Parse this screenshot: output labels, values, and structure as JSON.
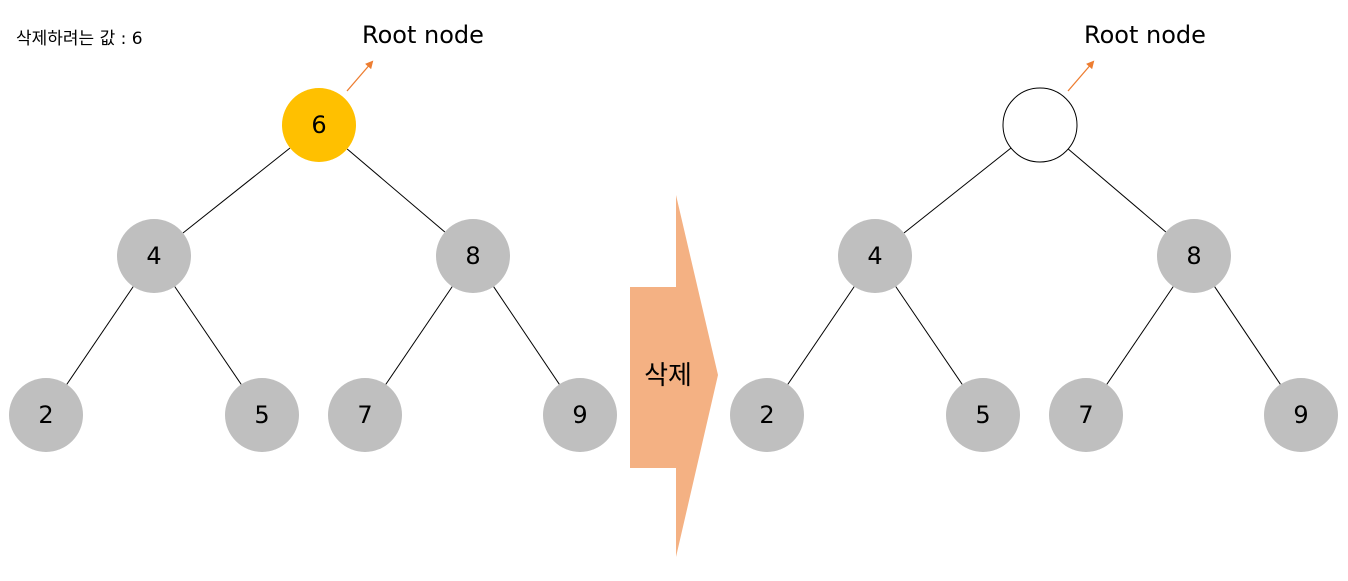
{
  "caption": "삭제하려는 값 : 6",
  "transition_label": "삭제",
  "colors": {
    "highlight": "#FFC000",
    "node": "#BFBFBF",
    "empty_node": "#FFFFFF",
    "edge": "#000000",
    "pointer": "#ED7D31",
    "transition_arrow": "#F4B183"
  },
  "before": {
    "root_label": "Root node",
    "nodes": [
      {
        "id": "n6",
        "value": "6",
        "state": "highlight"
      },
      {
        "id": "n4",
        "value": "4",
        "state": "normal"
      },
      {
        "id": "n8",
        "value": "8",
        "state": "normal"
      },
      {
        "id": "n2",
        "value": "2",
        "state": "normal"
      },
      {
        "id": "n5",
        "value": "5",
        "state": "normal"
      },
      {
        "id": "n7",
        "value": "7",
        "state": "normal"
      },
      {
        "id": "n9",
        "value": "9",
        "state": "normal"
      }
    ],
    "edges": [
      [
        "n6",
        "n4"
      ],
      [
        "n6",
        "n8"
      ],
      [
        "n4",
        "n2"
      ],
      [
        "n4",
        "n5"
      ],
      [
        "n8",
        "n7"
      ],
      [
        "n8",
        "n9"
      ]
    ]
  },
  "after": {
    "root_label": "Root node",
    "nodes": [
      {
        "id": "n6",
        "value": "",
        "state": "empty"
      },
      {
        "id": "n4",
        "value": "4",
        "state": "normal"
      },
      {
        "id": "n8",
        "value": "8",
        "state": "normal"
      },
      {
        "id": "n2",
        "value": "2",
        "state": "normal"
      },
      {
        "id": "n5",
        "value": "5",
        "state": "normal"
      },
      {
        "id": "n7",
        "value": "7",
        "state": "normal"
      },
      {
        "id": "n9",
        "value": "9",
        "state": "normal"
      }
    ],
    "edges": [
      [
        "n6",
        "n4"
      ],
      [
        "n6",
        "n8"
      ],
      [
        "n4",
        "n2"
      ],
      [
        "n4",
        "n5"
      ],
      [
        "n8",
        "n7"
      ],
      [
        "n8",
        "n9"
      ]
    ]
  }
}
